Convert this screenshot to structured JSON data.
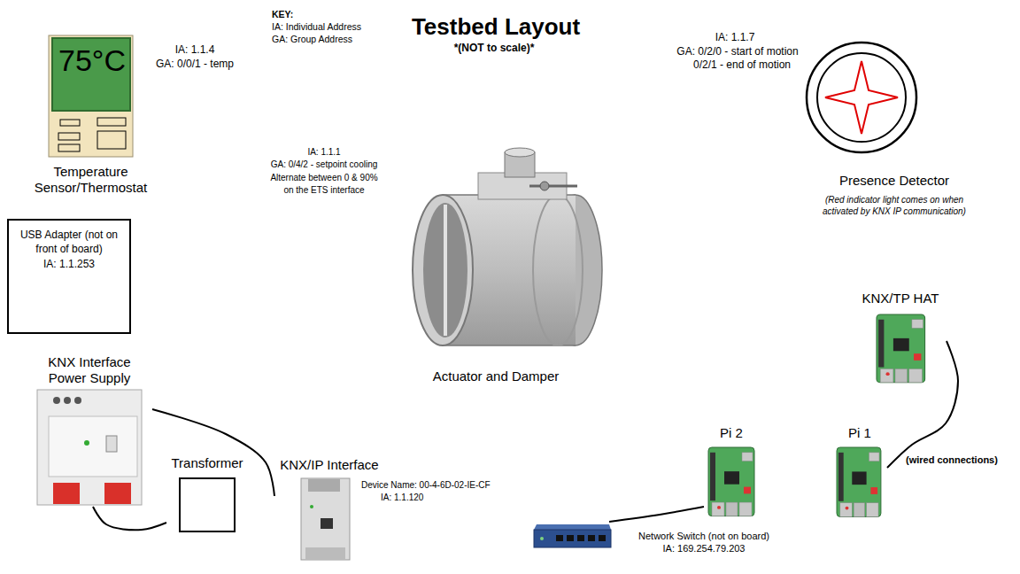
{
  "diagram": {
    "title": "Testbed Layout",
    "caption": "*(NOT to scale)*",
    "nodes": [
      {
        "text": [
          "75°C",
          "Temperature Sensor/Thermostat"
        ]
      },
      {
        "text": [
          "USB Adapter (not on front of board)",
          "IA: 1.1.253"
        ]
      },
      {
        "text": [
          "KNX Interface Power Supply"
        ]
      },
      {
        "text": [
          "Transformer"
        ]
      },
      {
        "text": [
          "KNX/IP Interface"
        ]
      },
      {
        "text": [
          "Actuator and Damper"
        ]
      },
      {
        "text": [
          "Presence Detector",
          "(Red indicator light comes on when activated by KNX IP communication)"
        ]
      },
      {
        "text": [
          "KNX/TP HAT"
        ]
      },
      {
        "text": [
          "Pi 2"
        ]
      },
      {
        "text": [
          "Pi 1"
        ]
      },
      {
        "text": [
          "Network Switch (not on board)",
          "IA: 169.254.79.203"
        ]
      }
    ],
    "edges": [
      {
        "from": 2,
        "to": 3,
        "arrow": "none"
      },
      {
        "from": 2,
        "to": 4,
        "arrow": "none"
      },
      {
        "from": 10,
        "to": 8,
        "arrow": "none"
      },
      {
        "from": 7,
        "to": 9,
        "arrow": "none",
        "label": "(wired connections)"
      }
    ],
    "labels": [
      "KEY:",
      "IA: Individual Address",
      "GA: Group Address",
      "IA: 1.1.4",
      "GA: 0/0/1 - temp",
      "IA: 1.1.1",
      "GA: 0/4/2 - setpoint cooling",
      "Alternate between 0 & 90% on the ETS interface",
      "IA: 1.1.7",
      "GA: 0/2/0 - start of motion",
      "0/2/1 - end of motion",
      "Device Name: 00-4-6D-02-IE-CF",
      "IA: 1.1.120"
    ]
  }
}
